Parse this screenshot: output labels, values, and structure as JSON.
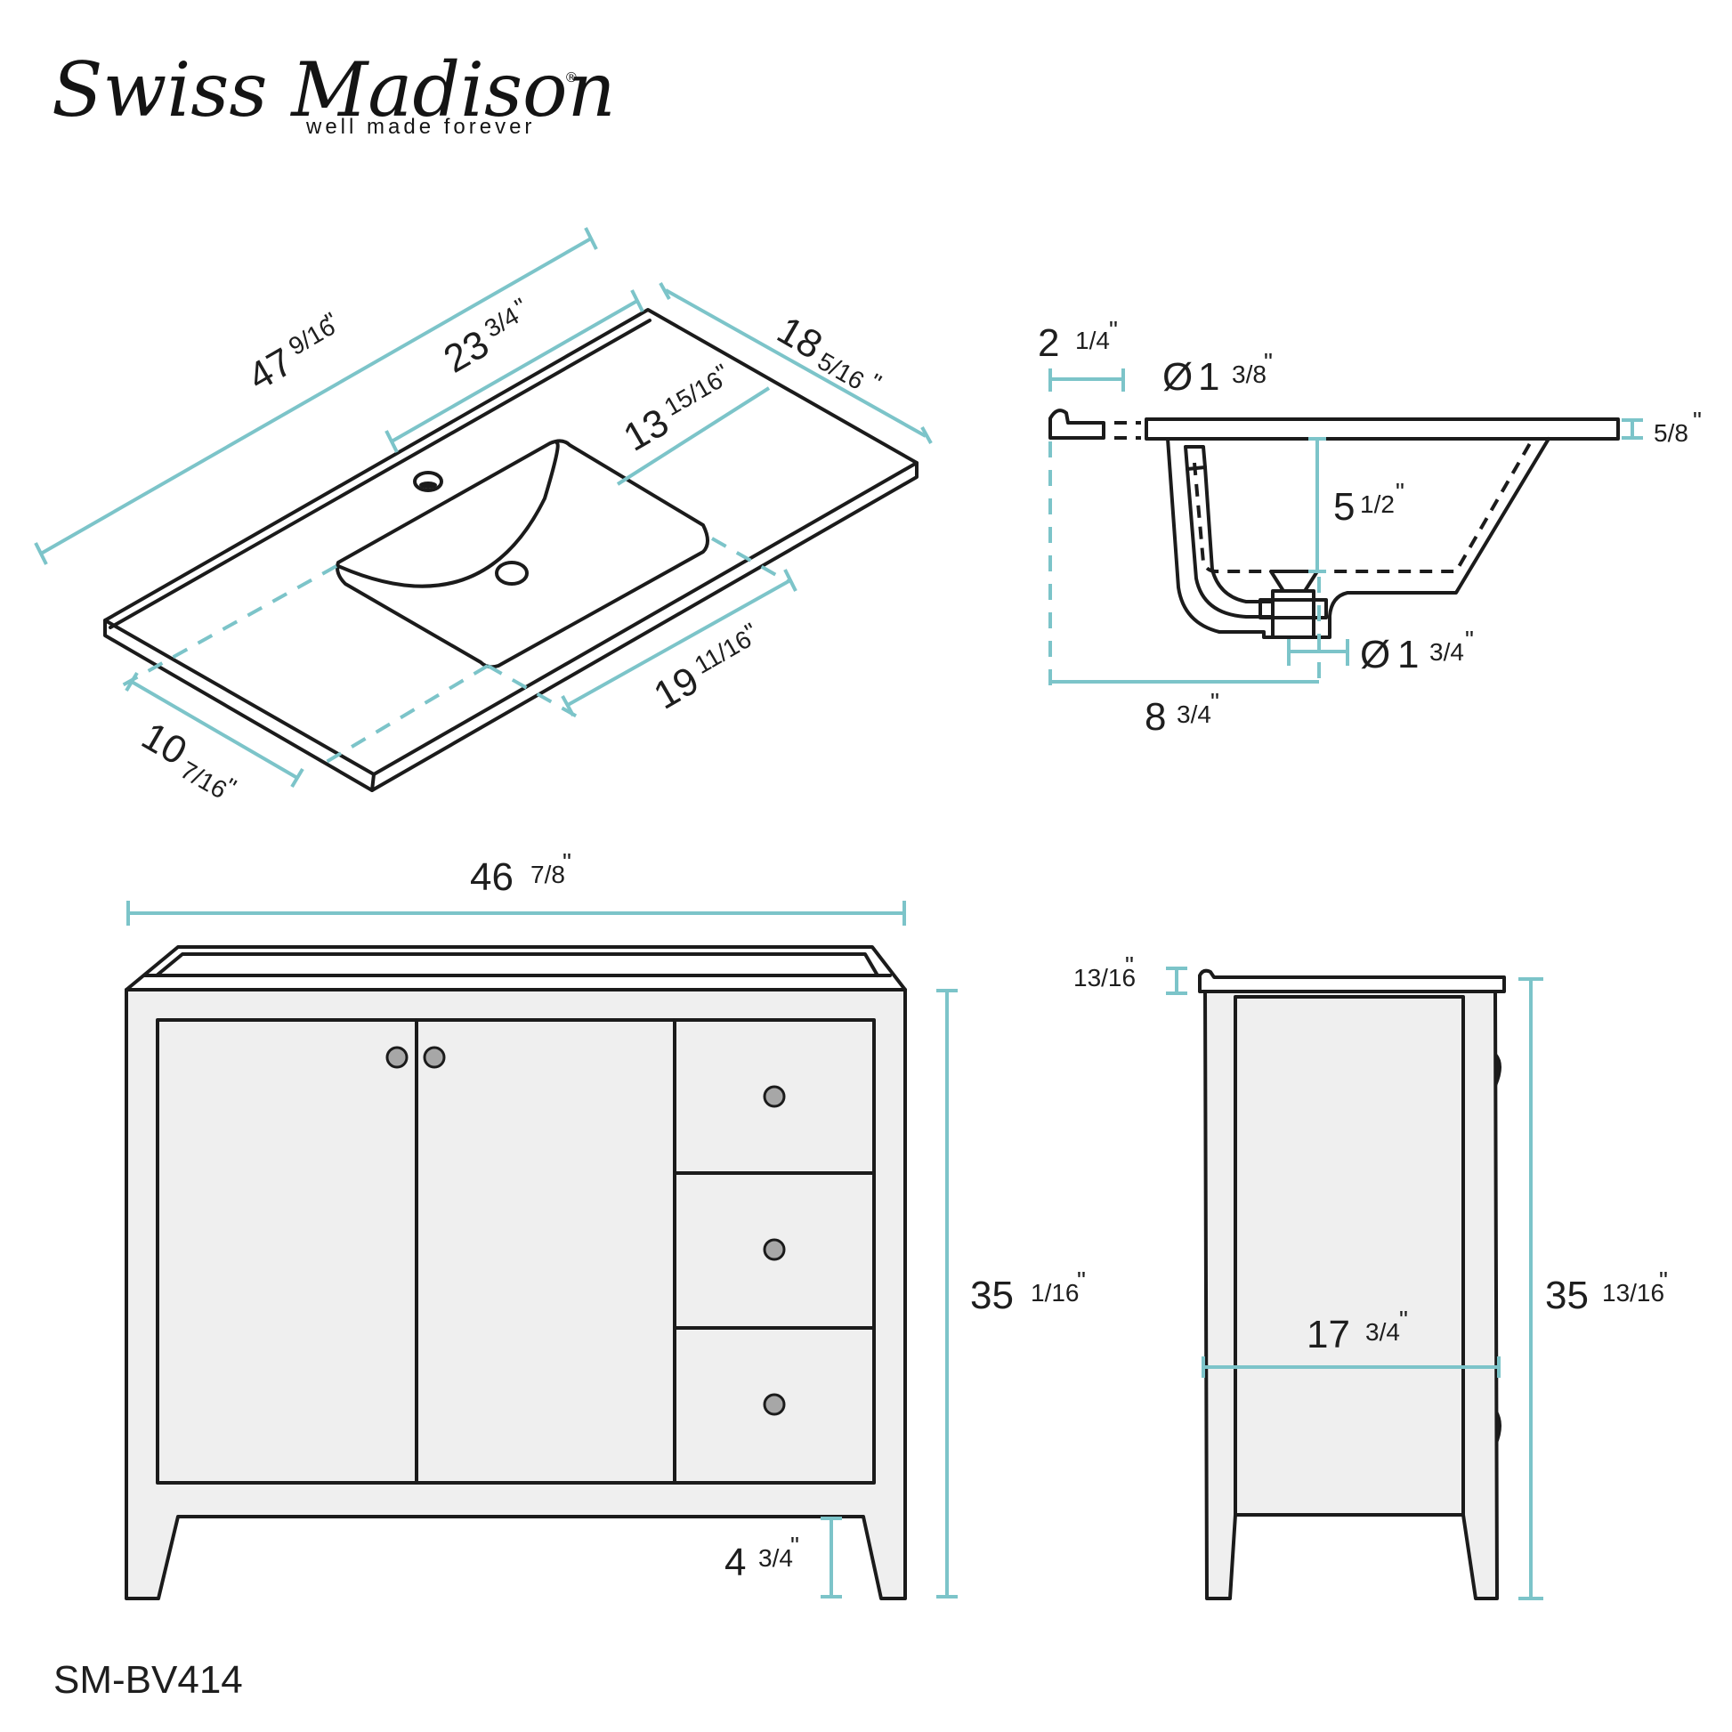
{
  "brand": {
    "name": "Swiss Madison",
    "registered": "®",
    "tagline": "well made forever"
  },
  "model": "SM-BV414",
  "colors": {
    "dimension_line": "#7cc4c9",
    "outline": "#1b1b1b",
    "cabinet_fill": "#efefef",
    "knob_fill": "#a7a7a7"
  },
  "views": {
    "top_view": {
      "overall_width": {
        "whole": "47",
        "fraction": "9/16",
        "unit": "\""
      },
      "faucet_center_from_right": {
        "whole": "23",
        "fraction": "3/4",
        "unit": "\""
      },
      "depth": {
        "whole": "18",
        "fraction": "5/16",
        "unit": "\""
      },
      "basin_depth": {
        "whole": "13",
        "fraction": "15/16",
        "unit": "\""
      },
      "basin_width": {
        "whole": "19",
        "fraction": "11/16",
        "unit": "\""
      },
      "left_to_basin": {
        "whole": "10",
        "fraction": "7/16",
        "unit": "\""
      }
    },
    "section_view": {
      "backsplash_to_faucet": {
        "whole": "2",
        "fraction": "1/4",
        "unit": "\""
      },
      "faucet_hole_dia": {
        "prefix": "Ø",
        "whole": "1",
        "fraction": "3/8",
        "unit": "\""
      },
      "top_thickness": {
        "whole": "",
        "fraction": "5/8",
        "unit": "\""
      },
      "bowl_depth": {
        "whole": "5",
        "fraction": "1/2",
        "unit": "\""
      },
      "drain_dia": {
        "prefix": "Ø",
        "whole": "1",
        "fraction": "3/4",
        "unit": "\""
      },
      "back_to_drain": {
        "whole": "8",
        "fraction": "3/4",
        "unit": "\""
      }
    },
    "front_view": {
      "cabinet_width": {
        "whole": "46",
        "fraction": "7/8",
        "unit": "\""
      },
      "cabinet_height": {
        "whole": "35",
        "fraction": "1/16",
        "unit": "\""
      },
      "leg_height": {
        "whole": "4",
        "fraction": "3/4",
        "unit": "\""
      },
      "doors": 2,
      "drawers": 3
    },
    "side_view": {
      "top_thickness": {
        "whole": "",
        "fraction": "13/16",
        "unit": "\""
      },
      "total_height": {
        "whole": "35",
        "fraction": "13/16",
        "unit": "\""
      },
      "cabinet_depth": {
        "whole": "17",
        "fraction": "3/4",
        "unit": "\""
      }
    }
  }
}
